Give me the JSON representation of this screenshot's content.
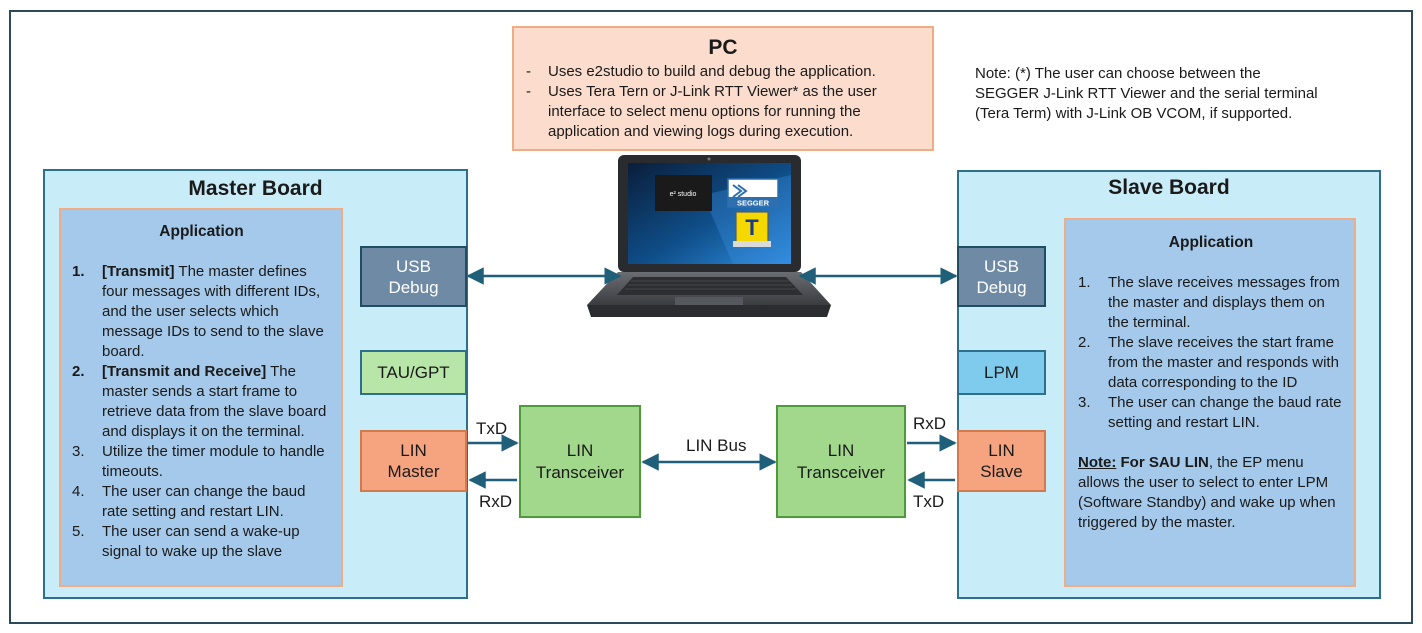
{
  "pc": {
    "title": "PC",
    "bullets": [
      {
        "dash": "-",
        "text": "Uses e2studio to build and debug the application."
      },
      {
        "dash": "-",
        "text": "Uses Tera Tern or J-Link RTT Viewer* as the user interface to select menu options for running the application and viewing logs during execution."
      }
    ]
  },
  "note": "Note: (*) The user can choose between the SEGGER J-Link RTT Viewer and the serial terminal (Tera Term) with J-Link OB VCOM, if supported.",
  "laptop": {
    "screen_label": "e² studio",
    "segger_label": "SEGGER",
    "tera_label": "T"
  },
  "master": {
    "title": "Master Board",
    "app_title": "Application",
    "items": [
      {
        "num": "1.",
        "bold": "[Transmit]",
        "text": " The master defines four messages with different IDs, and the user selects which message IDs to send to the slave board."
      },
      {
        "num": "2.",
        "bold": "[Transmit and Receive]",
        "text": " The master sends a start frame to retrieve data from the slave board and displays it on the terminal."
      },
      {
        "num": "3.",
        "bold": "",
        "text": "Utilize the timer module to handle timeouts."
      },
      {
        "num": "4.",
        "bold": "",
        "text": "The user can change the baud rate setting and restart LIN."
      },
      {
        "num": "5.",
        "bold": "",
        "text": "The user can send a wake-up signal to wake up the slave"
      }
    ],
    "usb_label": "USB Debug",
    "tau_label": "TAU/GPT",
    "lin_label": "LIN Master",
    "txd": "TxD",
    "rxd": "RxD"
  },
  "slave": {
    "title": "Slave Board",
    "app_title": "Application",
    "items": [
      {
        "num": "1.",
        "text": "The slave receives messages from the master and displays them on the terminal."
      },
      {
        "num": "2.",
        "text": "The slave receives the start frame from the master and responds with data corresponding to the ID"
      },
      {
        "num": "3.",
        "text": "The user can change the baud rate setting and restart LIN."
      }
    ],
    "note_label": "Note:",
    "note_bold": "For SAU LIN",
    "note_text": ", the EP menu allows the user to select to enter LPM (Software Standby) and wake up when triggered by the master.",
    "usb_label": "USB Debug",
    "lpm_label": "LPM",
    "lin_label": "LIN Slave",
    "rxd": "RxD",
    "txd": "TxD"
  },
  "transceiver_left": "LIN Transceiver",
  "transceiver_right": "LIN Transceiver",
  "bus_label": "LIN Bus",
  "colors": {
    "line": "#1f5f7a",
    "board_fill": "#c9ecf9",
    "app_fill": "#a5c9ea",
    "pc_fill": "#fbdccd",
    "lin_fill": "#f5a47f",
    "transceiver_fill": "#a2d88c"
  }
}
